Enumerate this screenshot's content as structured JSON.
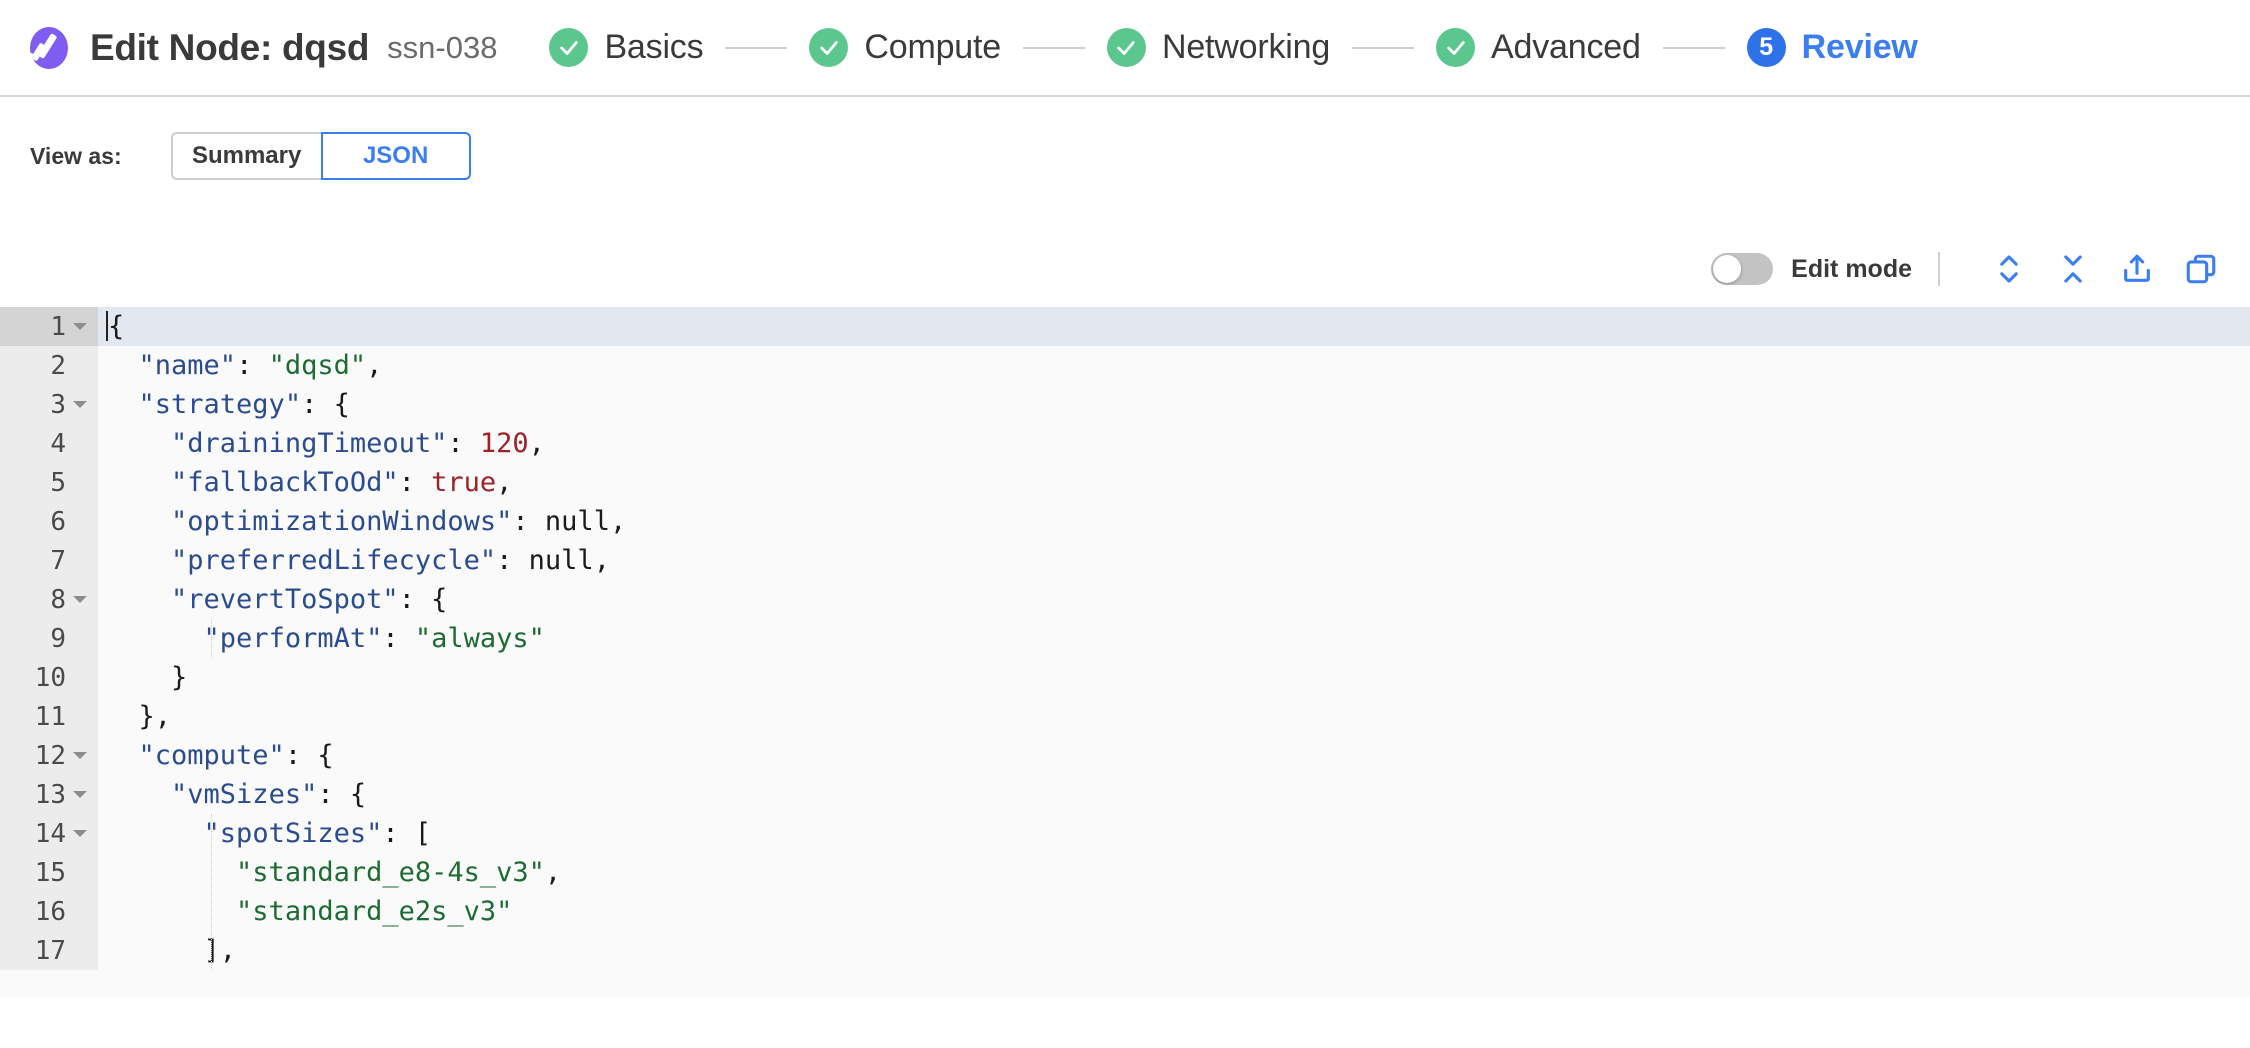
{
  "header": {
    "logo_icon": "spot-logo-icon",
    "title": "Edit Node: dqsd",
    "subtitle": "ssn-038",
    "steps": [
      {
        "label": "Basics",
        "state": "done",
        "marker": "check"
      },
      {
        "label": "Compute",
        "state": "done",
        "marker": "check"
      },
      {
        "label": "Networking",
        "state": "done",
        "marker": "check"
      },
      {
        "label": "Advanced",
        "state": "done",
        "marker": "check"
      },
      {
        "label": "Review",
        "state": "active",
        "marker": "5"
      }
    ]
  },
  "view_as": {
    "label": "View as:",
    "options": [
      {
        "label": "Summary",
        "selected": false
      },
      {
        "label": "JSON",
        "selected": true
      }
    ]
  },
  "editor_toolbar": {
    "edit_mode_label": "Edit mode",
    "edit_mode_on": false,
    "icons": [
      {
        "name": "expand-all-icon",
        "title": "Expand all"
      },
      {
        "name": "collapse-all-icon",
        "title": "Collapse all"
      },
      {
        "name": "share-icon",
        "title": "Share"
      },
      {
        "name": "copy-icon",
        "title": "Copy"
      }
    ]
  },
  "colors": {
    "brand_purple": "#7f5df2",
    "accent_blue": "#3b7ef0",
    "step_done_green": "#5cc68f",
    "step_active_blue": "#2d72e8",
    "json_key": "#2b4b8f",
    "json_string": "#1d6b33",
    "json_number": "#9b2226",
    "editor_bg": "#fafafa",
    "gutter_bg": "#ececec",
    "active_line_bg": "#e2e7f0"
  },
  "json_editor": {
    "active_line": 1,
    "lines": [
      {
        "n": 1,
        "fold": true,
        "indent": 0,
        "tokens": [
          {
            "t": "punc",
            "v": "{"
          }
        ]
      },
      {
        "n": 2,
        "fold": false,
        "indent": 1,
        "tokens": [
          {
            "t": "key",
            "v": "\"name\""
          },
          {
            "t": "punc",
            "v": ": "
          },
          {
            "t": "str",
            "v": "\"dqsd\""
          },
          {
            "t": "punc",
            "v": ","
          }
        ]
      },
      {
        "n": 3,
        "fold": true,
        "indent": 1,
        "tokens": [
          {
            "t": "key",
            "v": "\"strategy\""
          },
          {
            "t": "punc",
            "v": ": {"
          }
        ]
      },
      {
        "n": 4,
        "fold": false,
        "indent": 2,
        "tokens": [
          {
            "t": "key",
            "v": "\"drainingTimeout\""
          },
          {
            "t": "punc",
            "v": ": "
          },
          {
            "t": "num",
            "v": "120"
          },
          {
            "t": "punc",
            "v": ","
          }
        ]
      },
      {
        "n": 5,
        "fold": false,
        "indent": 2,
        "tokens": [
          {
            "t": "key",
            "v": "\"fallbackToOd\""
          },
          {
            "t": "punc",
            "v": ": "
          },
          {
            "t": "bool",
            "v": "true"
          },
          {
            "t": "punc",
            "v": ","
          }
        ]
      },
      {
        "n": 6,
        "fold": false,
        "indent": 2,
        "tokens": [
          {
            "t": "key",
            "v": "\"optimizationWindows\""
          },
          {
            "t": "punc",
            "v": ": "
          },
          {
            "t": "null",
            "v": "null"
          },
          {
            "t": "punc",
            "v": ","
          }
        ]
      },
      {
        "n": 7,
        "fold": false,
        "indent": 2,
        "tokens": [
          {
            "t": "key",
            "v": "\"preferredLifecycle\""
          },
          {
            "t": "punc",
            "v": ": "
          },
          {
            "t": "null",
            "v": "null"
          },
          {
            "t": "punc",
            "v": ","
          }
        ]
      },
      {
        "n": 8,
        "fold": true,
        "indent": 2,
        "tokens": [
          {
            "t": "key",
            "v": "\"revertToSpot\""
          },
          {
            "t": "punc",
            "v": ": {"
          }
        ]
      },
      {
        "n": 9,
        "fold": false,
        "indent": 3,
        "tokens": [
          {
            "t": "key",
            "v": "\"performAt\""
          },
          {
            "t": "punc",
            "v": ": "
          },
          {
            "t": "str",
            "v": "\"always\""
          }
        ]
      },
      {
        "n": 10,
        "fold": false,
        "indent": 2,
        "tokens": [
          {
            "t": "punc",
            "v": "}"
          }
        ]
      },
      {
        "n": 11,
        "fold": false,
        "indent": 1,
        "tokens": [
          {
            "t": "punc",
            "v": "},"
          }
        ]
      },
      {
        "n": 12,
        "fold": true,
        "indent": 1,
        "tokens": [
          {
            "t": "key",
            "v": "\"compute\""
          },
          {
            "t": "punc",
            "v": ": {"
          }
        ]
      },
      {
        "n": 13,
        "fold": true,
        "indent": 2,
        "tokens": [
          {
            "t": "key",
            "v": "\"vmSizes\""
          },
          {
            "t": "punc",
            "v": ": {"
          }
        ]
      },
      {
        "n": 14,
        "fold": true,
        "indent": 3,
        "tokens": [
          {
            "t": "key",
            "v": "\"spotSizes\""
          },
          {
            "t": "punc",
            "v": ": ["
          }
        ]
      },
      {
        "n": 15,
        "fold": false,
        "indent": 4,
        "tokens": [
          {
            "t": "str",
            "v": "\"standard_e8-4s_v3\""
          },
          {
            "t": "punc",
            "v": ","
          }
        ]
      },
      {
        "n": 16,
        "fold": false,
        "indent": 4,
        "tokens": [
          {
            "t": "str",
            "v": "\"standard_e2s_v3\""
          }
        ]
      },
      {
        "n": 17,
        "fold": false,
        "indent": 3,
        "tokens": [
          {
            "t": "punc",
            "v": "],"
          }
        ]
      }
    ]
  }
}
